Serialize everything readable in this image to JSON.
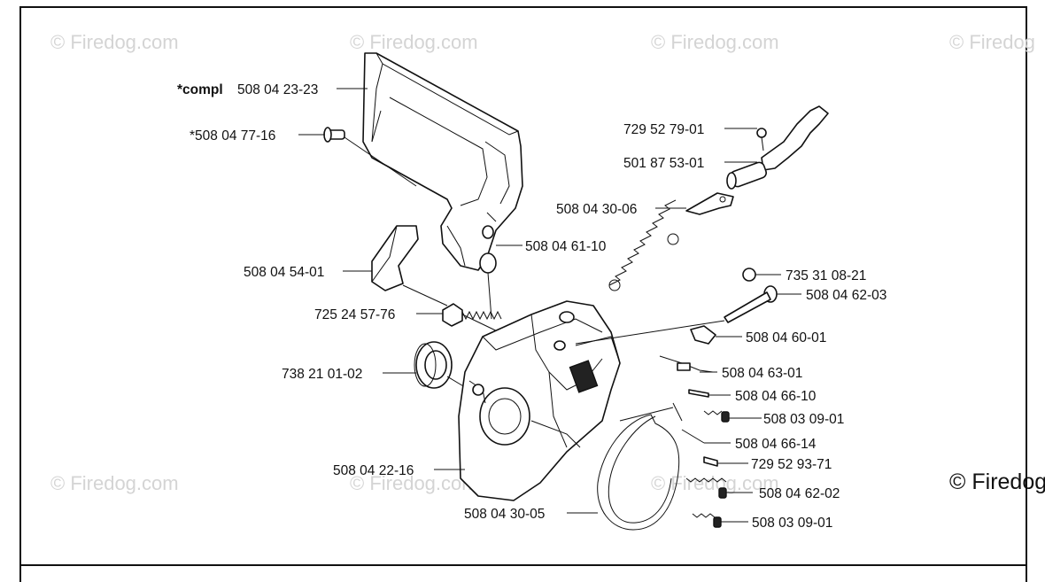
{
  "watermarks": [
    "© Firedog.com",
    "© Firedog.com",
    "© Firedog.com",
    "© Firedog",
    "© Firedog.com",
    "© Firedog.com",
    "© Firedog.com"
  ],
  "watermark_corner": "© Firedog",
  "labels": {
    "compl_prefix": "*compl",
    "p1": "508 04 23-23",
    "p2": "*508 04 77-16",
    "p3": "729 52 79-01",
    "p4": "501 87 53-01",
    "p5": "508 04 30-06",
    "p6": "508 04 61-10",
    "p7": "508 04 54-01",
    "p8": "735 31 08-21",
    "p9": "508 04 62-03",
    "p10": "725 24 57-76",
    "p11": "508 04 60-01",
    "p12": "738 21 01-02",
    "p13": "508 04 63-01",
    "p14": "508 04 66-10",
    "p15": "508 03 09-01",
    "p16": "508 04 66-14",
    "p17": "508 04 22-16",
    "p18": "729 52 93-71",
    "p19": "508 04 62-02",
    "p20": "508 04 30-05",
    "p21": "508 03 09-01"
  }
}
